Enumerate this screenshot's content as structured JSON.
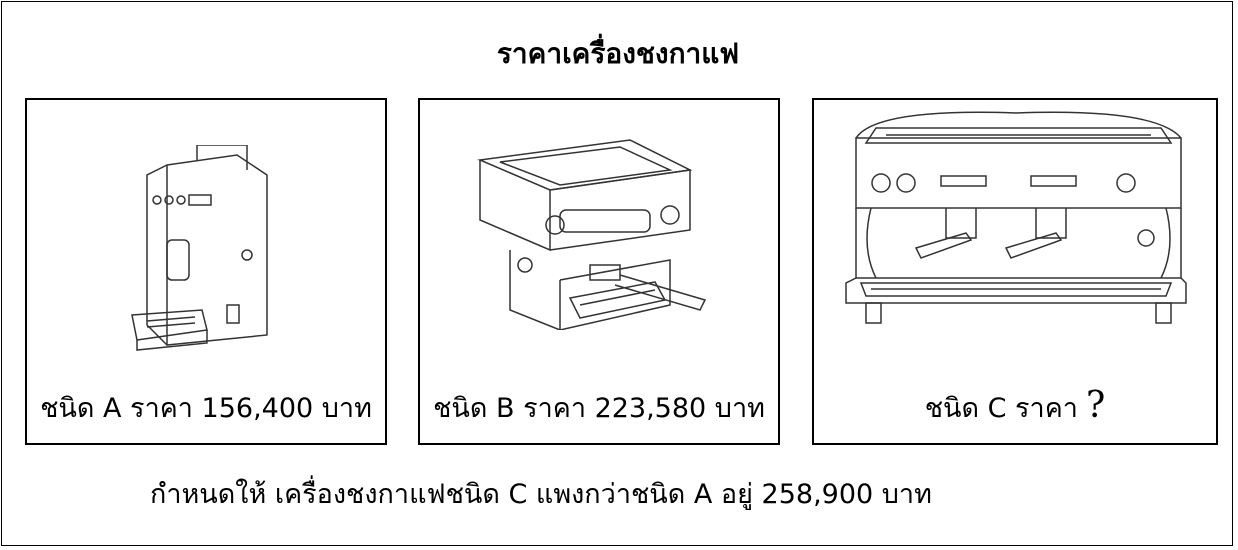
{
  "title": "ราคาเครื่องชงกาแฟ",
  "cards": [
    {
      "caption": "ชนิด A ราคา 156,400 บาท"
    },
    {
      "caption": "ชนิด B ราคา 223,580 บาท"
    },
    {
      "caption": "ชนิด C ราคา",
      "unknown": "?"
    }
  ],
  "statement": "กำหนดให้ เครื่องชงกาแฟชนิด C แพงกว่าชนิด A อยู่ 258,900 บาท",
  "icons": [
    "coffee-machine-a-icon",
    "coffee-machine-b-icon",
    "coffee-machine-c-icon"
  ]
}
